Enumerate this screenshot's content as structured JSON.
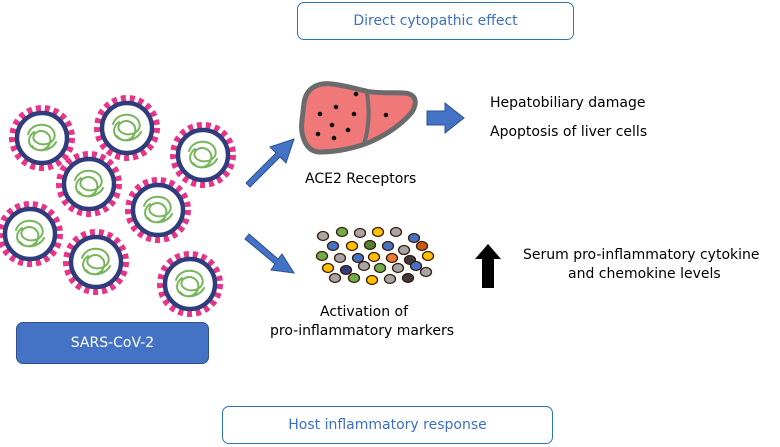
{
  "labels": {
    "top_box": "Direct cytopathic effect",
    "bottom_box": "Host inflammatory response",
    "virus_box": "SARS-CoV-2",
    "hepatobiliary": "Hepatobiliary damage",
    "apoptosis": "Apoptosis of liver cells",
    "receptor": "ACE2 Receptors",
    "activation_line1": "Activation of",
    "activation_line2": "pro-inflammatory markers",
    "serum_line1": "Serum pro-inflammatory cytokine",
    "serum_line2": "and chemokine levels"
  },
  "colors": {
    "box_border": "#2e75b6",
    "box_text": "#3c6fc6",
    "virus_box_fill": "#4472c4",
    "arrow_fill": "#4472c4",
    "liver_fill": "#f07878",
    "liver_outline": "#6b6b6b",
    "virus_spike": "#e8338a",
    "virus_ring": "#2f3d7c",
    "virus_rna": "#77b55a",
    "up_arrow": "#000000"
  },
  "icons": {
    "virus": "sars-cov-2-virion-icon",
    "liver": "liver-icon",
    "markers": "inflammatory-marker-dots-icon",
    "increase": "up-arrow-icon"
  }
}
